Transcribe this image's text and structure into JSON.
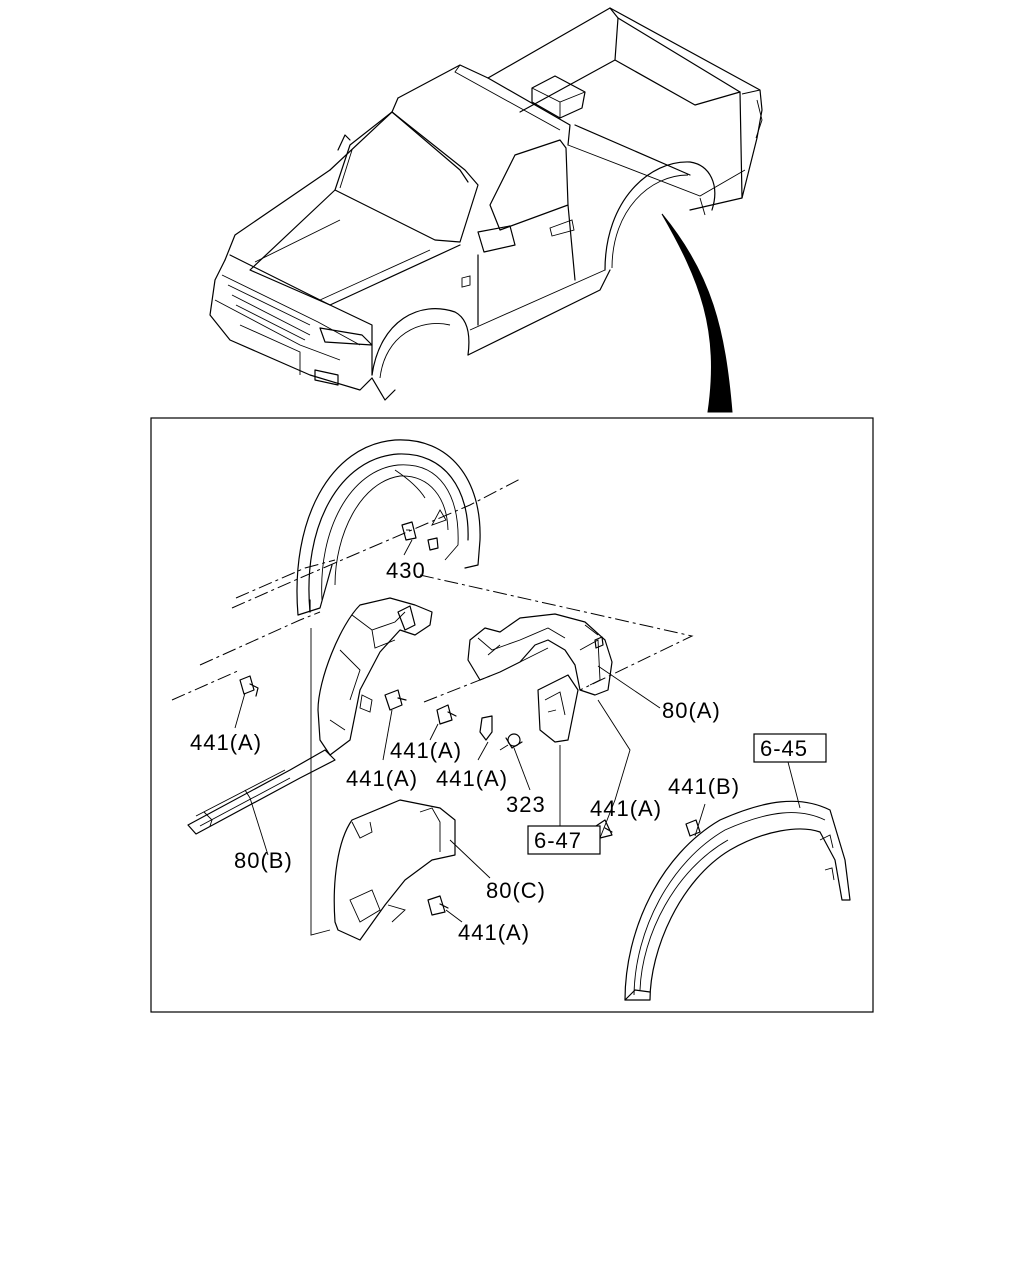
{
  "diagram": {
    "labels": {
      "p430": "430",
      "p441a_left": "441(A)",
      "p441a_mid1": "441(A)",
      "p441a_mid2": "441(A)",
      "p441a_mid3": "441(A)",
      "p441a_right": "441(A)",
      "p441a_bottom": "441(A)",
      "p441b": "441(B)",
      "p80a": "80(A)",
      "p80b": "80(B)",
      "p80c": "80(C)",
      "p323": "323",
      "ref645": "6-45",
      "ref647": "6-47"
    }
  }
}
